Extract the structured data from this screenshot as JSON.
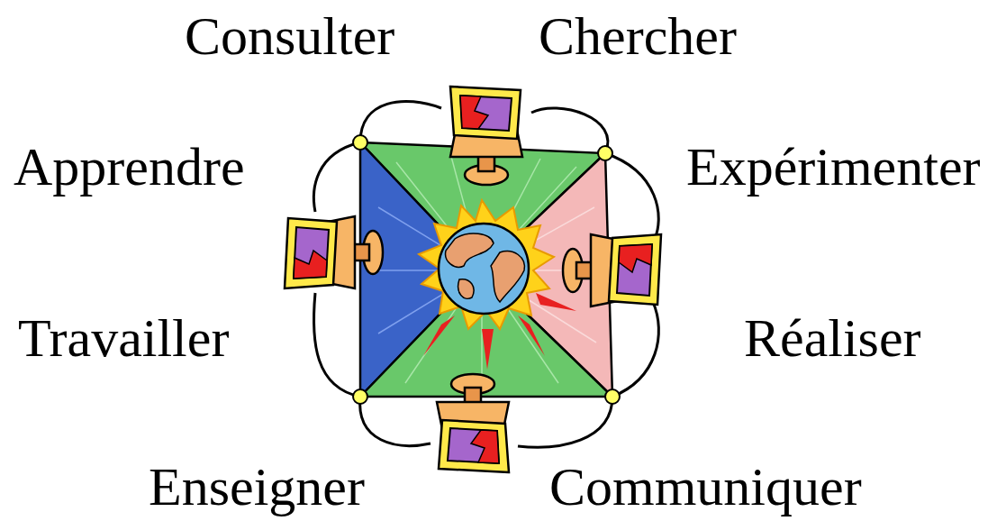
{
  "diagram": {
    "labels": [
      "Consulter",
      "Chercher",
      "Apprendre",
      "Expérimenter",
      "Travailler",
      "Réaliser",
      "Enseigner",
      "Communiquer"
    ]
  }
}
